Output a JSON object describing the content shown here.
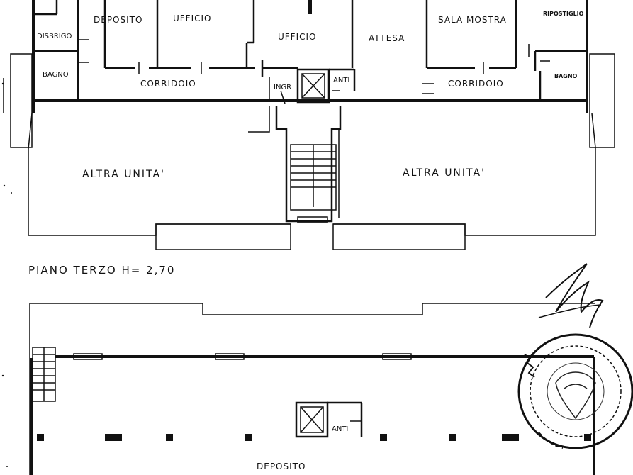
{
  "upper_plan": {
    "rooms": {
      "deposito": "DEPOSITO",
      "ufficio_1": "UFFICIO",
      "ufficio_2": "UFFICIO",
      "attesa": "ATTESA",
      "sala_mostra": "SALA MOSTRA",
      "ripostiglio": "RIPOSTIGLIO",
      "disbrigo": "DISBRIGO",
      "bagno_left": "BAGNO",
      "bagno_right": "BAGNO",
      "corridoio_left": "CORRIDOIO",
      "corridoio_right": "CORRIDOIO",
      "ingr": "INGR",
      "anti": "ANTI",
      "altra_unita_left": "ALTRA UNITA'",
      "altra_unita_right": "ALTRA UNITA'"
    }
  },
  "heading": "PIANO TERZO H= 2,70",
  "lower_plan": {
    "rooms": {
      "anti": "ANTI",
      "deposito": "DEPOSITO"
    }
  }
}
